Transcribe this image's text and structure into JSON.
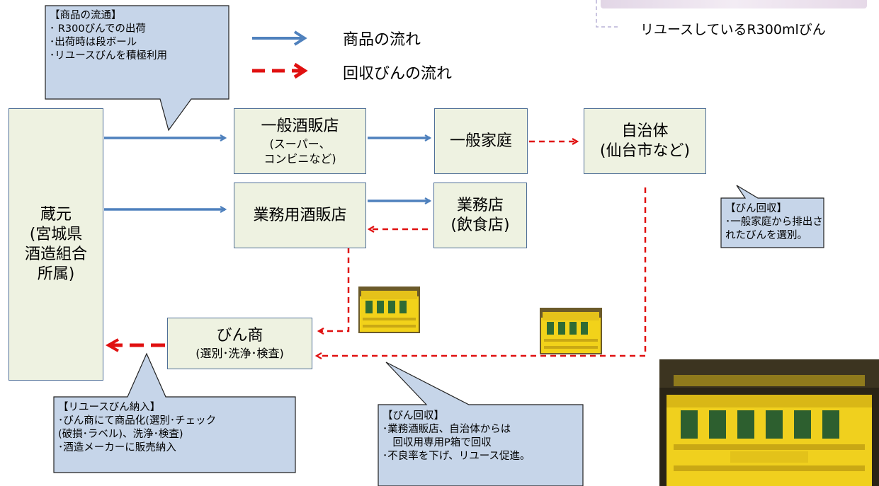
{
  "legend": {
    "product_flow": "商品の流れ",
    "bottle_return_flow": "回収びんの流れ"
  },
  "photo_caption": "リユースしているR300mlびん",
  "nodes": {
    "brewery": [
      "蔵元",
      "(宮城県",
      "酒造組合",
      "所属)"
    ],
    "general_liquor_store": [
      "一般酒販店",
      "(スーパー、",
      "コンビニなど)"
    ],
    "household": [
      "一般家庭"
    ],
    "municipality": [
      "自治体",
      "(仙台市など)"
    ],
    "business_liquor_store": [
      "業務用酒販店"
    ],
    "business_shop": [
      "業務店",
      "(飲食店)"
    ],
    "bottle_dealer": [
      "びん商",
      "(選別･洗浄･検査)"
    ]
  },
  "callouts": {
    "product_distribution": [
      "【商品の流通】",
      "･ R300びんでの出荷",
      "･出荷時は段ボール",
      "･リユースびんを積極利用"
    ],
    "bottle_collection_household": [
      "【びん回収】",
      "･一般家庭から排出さ",
      "れたびんを選別。"
    ],
    "reuse_bottle_delivery": [
      "【リユースびん納入】",
      "･びん商にて商品化(選別･チェック",
      "(破損･ラベル)、洗浄･検査)",
      "･酒造メーカーに販売納入"
    ],
    "bottle_collection_business": [
      "【びん回収】",
      "･業務酒販店、自治体からは",
      "　回収用専用P箱で回収",
      "･不良率を下げ、リユース促進。"
    ]
  },
  "colors": {
    "box_fill": "#eef2e1",
    "box_border": "#4f6f97",
    "callout_fill": "#c6d5e9",
    "product_arrow": "#4f81bd",
    "return_arrow": "#e01010",
    "crate_yellow": "#f2d21a"
  }
}
